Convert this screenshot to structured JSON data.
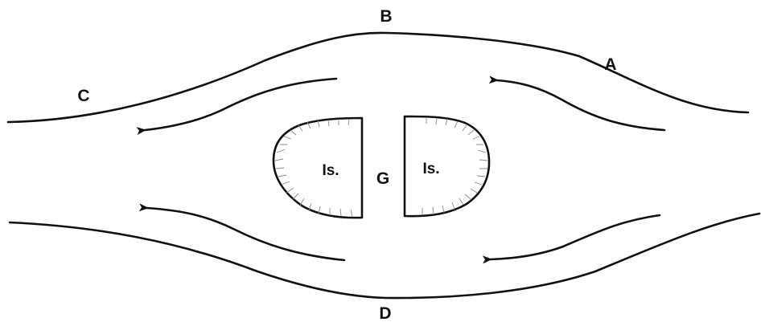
{
  "labels": {
    "a": "A",
    "b": "B",
    "c": "C",
    "d": "D",
    "gap": "G",
    "left_island": "Is.",
    "right_island": "Is."
  },
  "colors": {
    "ink": "#111111",
    "background": "#ffffff"
  }
}
